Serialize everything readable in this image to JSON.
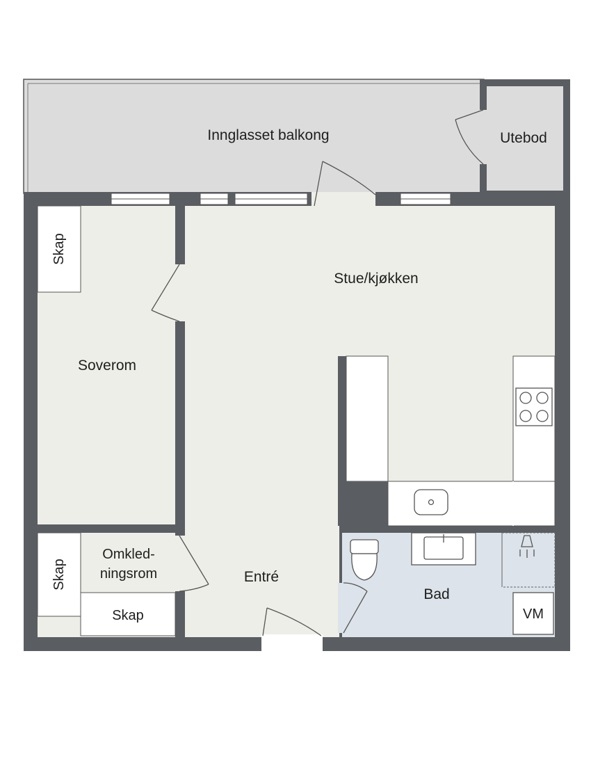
{
  "floor_plan": {
    "rooms": {
      "balcony": "Innglasset balkong",
      "shed": "Utebod",
      "living_kitchen": "Stue/kjøkken",
      "bedroom": "Soverom",
      "bedroom_closet": "Skap",
      "dressing_room_line1": "Omkled-",
      "dressing_room_line2": "ningsrom",
      "dressing_closet_vertical": "Skap",
      "dressing_closet_horizontal": "Skap",
      "entrance": "Entré",
      "bathroom": "Bad",
      "washing_machine": "VM"
    },
    "colors": {
      "wall": "#5a5d62",
      "floor": "#eeeee8",
      "balcony": "#dcdcdc",
      "bathroom": "#dce3ea",
      "fixture": "#ffffff",
      "line": "#555555"
    }
  }
}
